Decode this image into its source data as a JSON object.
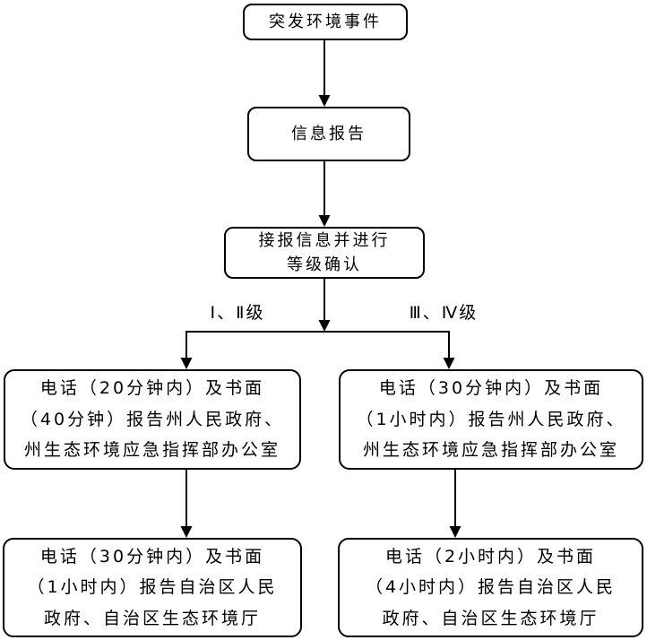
{
  "flowchart": {
    "nodes": {
      "incident": {
        "label": "突发环境事件"
      },
      "info_report": {
        "label": "信息报告"
      },
      "level_confirm": {
        "label": "接报信息并进行\n等级确认"
      },
      "state_l12": {
        "label": "电话（20分钟内）及书面\n（40分钟）报告州人民政府、\n州生态环境应急指挥部办公室"
      },
      "state_l34": {
        "label": "电话（30分钟内）及书面\n（1小时内）报告州人民政府、\n州生态环境应急指挥部办公室"
      },
      "region_l12": {
        "label": "电话（30分钟内）及书面\n（1小时内）报告自治区人民\n政府、自治区生态环境厅"
      },
      "region_l34": {
        "label": "电话（2小时内）及书面\n（4小时内）报告自治区人民\n政府、自治区生态环境厅"
      }
    },
    "branch_labels": {
      "left": "Ⅰ、Ⅱ级",
      "right": "Ⅲ、Ⅳ级"
    },
    "colors": {
      "line": "#000000",
      "box_border": "#000000",
      "background": "#ffffff"
    }
  }
}
